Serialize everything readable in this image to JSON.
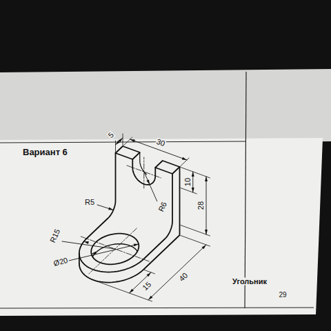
{
  "diagram": {
    "title": "Вариант 6",
    "labels": [
      "5",
      "30",
      "10",
      "28",
      "R5",
      "R6",
      "R15",
      "Ø20",
      "15",
      "40",
      "Угольник",
      "29"
    ]
  }
}
